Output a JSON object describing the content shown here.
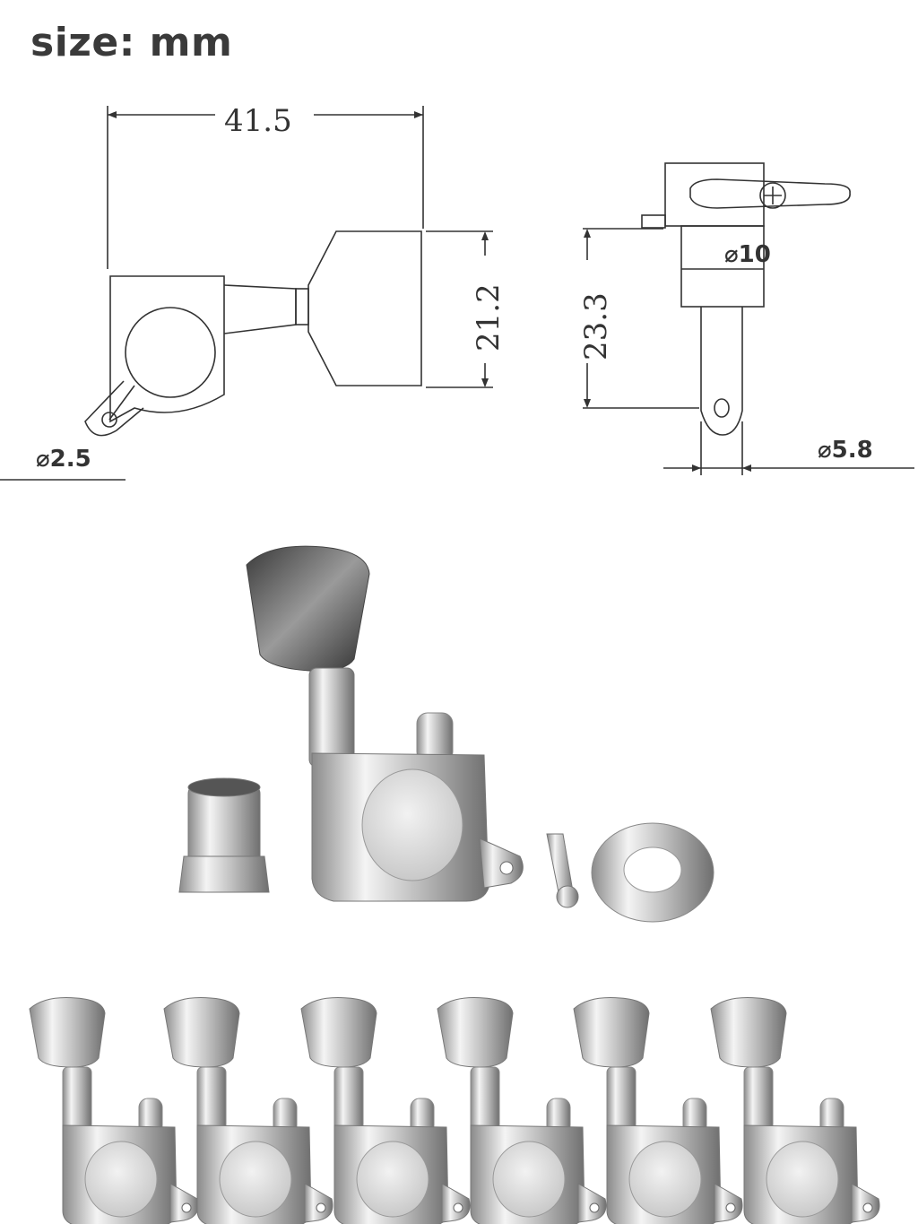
{
  "title": "size: mm",
  "dimensions": {
    "overall_length": "41.5",
    "button_height": "21.2",
    "post_height": "23.3",
    "post_top_diameter": "⌀10",
    "post_bottom_diameter": "⌀5.8",
    "screw_hole_diameter": "⌀2.5"
  },
  "colors": {
    "line": "#333333",
    "chrome_light": "#eeeeee",
    "chrome_dark": "#6b6b6b"
  },
  "set_count": 6
}
